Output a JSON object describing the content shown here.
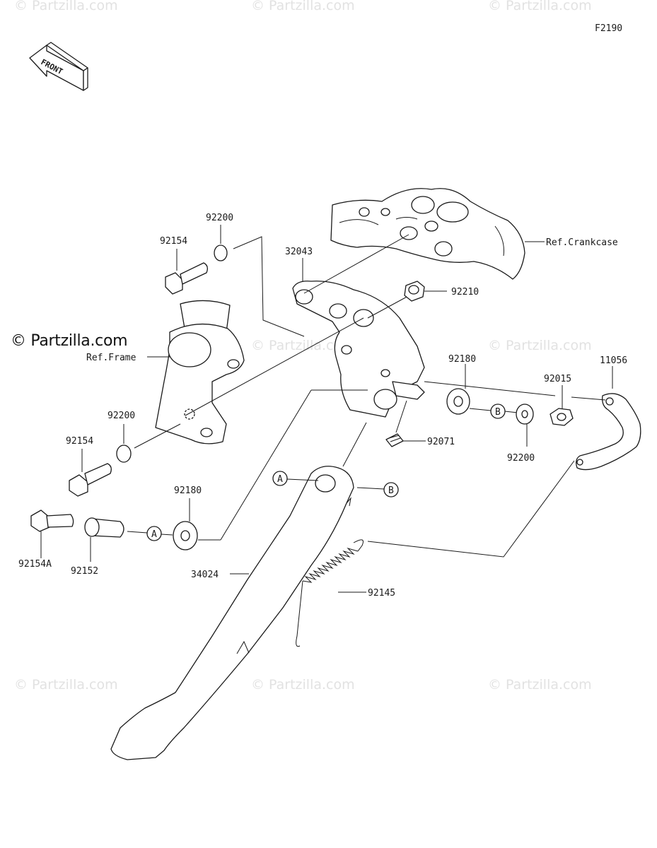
{
  "figure_code": "F2190",
  "front_label": "FRONT",
  "copyright": "© Partzilla.com",
  "watermark": "© Partzilla.com",
  "ref_labels": {
    "crankcase": "Ref.Crankcase",
    "frame": "Ref.Frame"
  },
  "callouts": {
    "a": "A",
    "b": "B"
  },
  "parts": {
    "p92200_top": "92200",
    "p92154_top": "92154",
    "p32043": "32043",
    "p92210": "92210",
    "p92180_right": "92180",
    "p92015": "92015",
    "p11056": "11056",
    "p92071": "92071",
    "p92200_right": "92200",
    "p92200_left": "92200",
    "p92154_mid": "92154",
    "p92180_left": "92180",
    "p92154A": "92154A",
    "p92152": "92152",
    "p34024": "34024",
    "p92145": "92145"
  }
}
